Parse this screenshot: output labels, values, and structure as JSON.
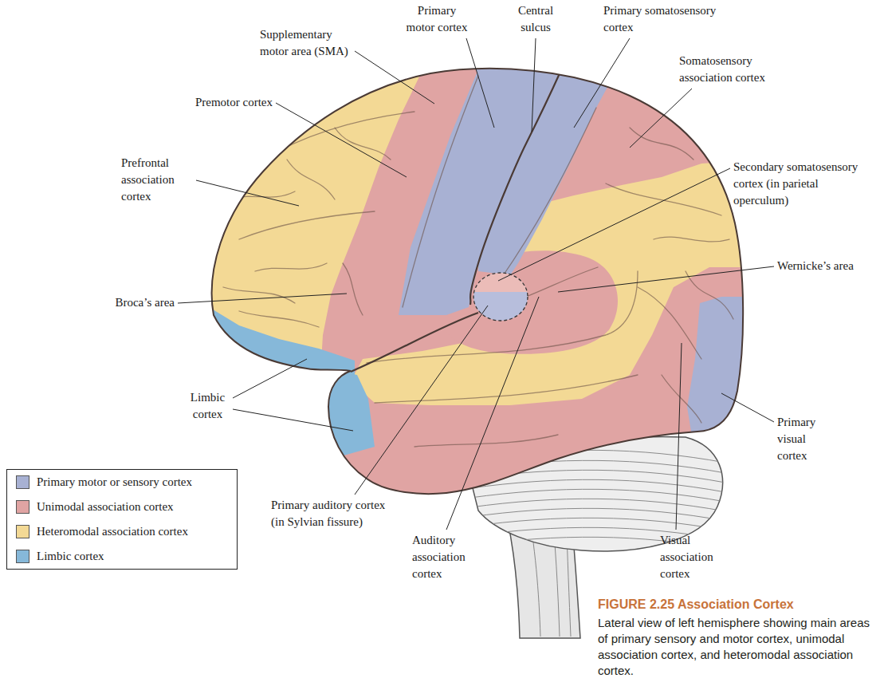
{
  "diagram": {
    "title": "FIGURE 2.25 Association Cortex",
    "caption": "Lateral view of left hemisphere showing main areas of primary sensory and motor cortex, unimodal association cortex, and heteromodal association cortex.",
    "labels": [
      "Primary motor cortex",
      "Central sulcus",
      "Primary somatosensory cortex",
      "Supplementary motor area (SMA)",
      "Somatosensory association cortex",
      "Premotor cortex",
      "Prefrontal association cortex",
      "Secondary somatosensory cortex (in parietal operculum)",
      "Wernicke’s area",
      "Broca’s area",
      "Limbic cortex",
      "Primary visual cortex",
      "Primary auditory cortex (in Sylvian fissure)",
      "Auditory association cortex",
      "Visual association cortex"
    ],
    "legend": [
      {
        "text": "Primary motor or sensory cortex",
        "color": "#a8b1d3"
      },
      {
        "text": "Unimodal association cortex",
        "color": "#e0a4a3"
      },
      {
        "text": "Heteromodal association cortex",
        "color": "#f3d995"
      },
      {
        "text": "Limbic cortex",
        "color": "#86b8d9"
      }
    ]
  }
}
